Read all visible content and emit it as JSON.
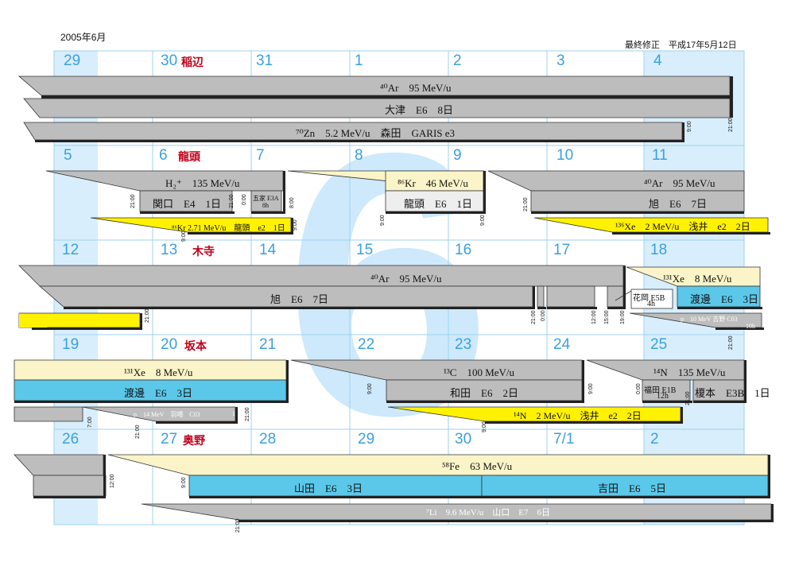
{
  "header": {
    "month": "2005年6月",
    "modified": "最終修正　平成17年5月12日"
  },
  "big_digit": "6",
  "weeks": [
    {
      "days": [
        "29",
        "30",
        "31",
        "1",
        "2",
        "3",
        "4"
      ],
      "person": "稲辺"
    },
    {
      "days": [
        "5",
        "6",
        "7",
        "8",
        "9",
        "10",
        "11"
      ],
      "person": "龍頭"
    },
    {
      "days": [
        "12",
        "13",
        "14",
        "15",
        "16",
        "17",
        "18"
      ],
      "person": "木寺"
    },
    {
      "days": [
        "19",
        "20",
        "21",
        "22",
        "23",
        "24",
        "25"
      ],
      "person": "坂本"
    },
    {
      "days": [
        "26",
        "27",
        "28",
        "29",
        "30",
        "7/1",
        "2"
      ],
      "person": "奥野"
    }
  ],
  "labels": {
    "w1_beam": "⁴⁰Ar　95 MeV/u",
    "w1_user": "大津　E6　8日",
    "w1_zn": "⁷⁰Zn　5.2 MeV/u　森田　GARIS e3",
    "w2_h2": "H₂⁺　135 MeV/u",
    "w2_sekiguchi": "関口　E4　1日",
    "w2_goka": "五家 E3A",
    "w2_goka_h": "8h",
    "w2_kr": "⁸⁶Kr　46 MeV/u",
    "w2_ryuzu": "龍頭　E6　1日",
    "w2_ar": "⁴⁰Ar　95 MeV/u",
    "w2_asahi": "旭　E6　7日",
    "w2_kr2": "⁸⁶Kr 2.71 MeV/u　龍頭　e2　1日",
    "w2_xe": "¹³⁶Xe　2 MeV/u　浅井　e2　2日",
    "w3_ar": "⁴⁰Ar　95 MeV/u",
    "w3_asahi": "旭　E6　7日",
    "w3_hanaoka": "花岡 E5B",
    "w3_hanaoka_h": "4h",
    "w3_xe": "¹³¹Xe　8 MeV/u",
    "w3_watanabe": "渡邊　E6　3日",
    "w3_p": "p　10 MeV 吉野 C03",
    "w3_p_h": "10h",
    "w4_xe": "¹³¹Xe　8 MeV/u",
    "w4_watanabe": "渡邊　E6　3日",
    "w4_p": "p　14 MeV　羽場　C03",
    "w4_p_h": "1",
    "w4_c": "¹³C　100 MeV/u",
    "w4_wada": "和田　E6　2日",
    "w4_n": "¹⁴N　135 MeV/u",
    "w4_fukuda": "福田 E1B",
    "w4_fukuda_h": "12h",
    "w4_enomoto": "榎本　E3B　1日",
    "w4_n2": "¹⁴N　2 MeV/u　浅井　e2　2日",
    "w5_fe": "⁵⁸Fe　63 MeV/u",
    "w5_yamada": "山田　E6　3日",
    "w5_yoshida": "吉田　E6　5日",
    "w5_li": "⁷Li　9.6 MeV/u　山口　E7　6日"
  },
  "times": {
    "t0900": "9:00",
    "t2100": "21:00",
    "t0000": "0:00",
    "t0800": "8:00",
    "t1200": "12:00",
    "t1500": "15:00",
    "t1900": "19:00",
    "t700": "7:00"
  },
  "colors": {
    "gray": "#bdbdbd",
    "cream": "#fbf4c8",
    "blue": "#5bc8ea",
    "yellow": "#fff200",
    "cal": "#3aa0e0",
    "lightblue": "#cde9fb"
  }
}
